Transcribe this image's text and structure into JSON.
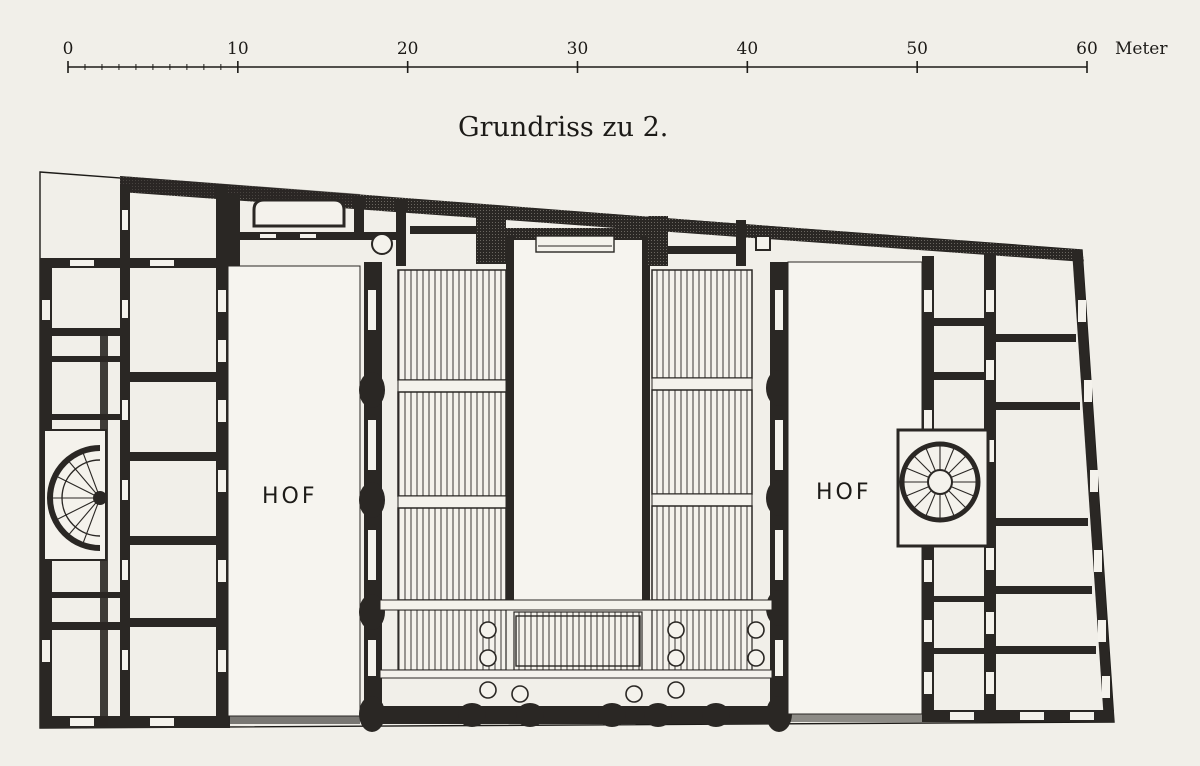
{
  "scale_bar": {
    "ticks": [
      "0",
      "10",
      "20",
      "30",
      "40",
      "50",
      "60"
    ],
    "unit": "Meter"
  },
  "title": "Grundriss zu 2.",
  "plan": {
    "courtyard_left_label": "HOF",
    "courtyard_right_label": "HOF"
  },
  "colors": {
    "paper": "#f1efe9",
    "ink": "#1d1b18",
    "wall": "#2a2724",
    "pillar_light": "#f4f2ec"
  }
}
